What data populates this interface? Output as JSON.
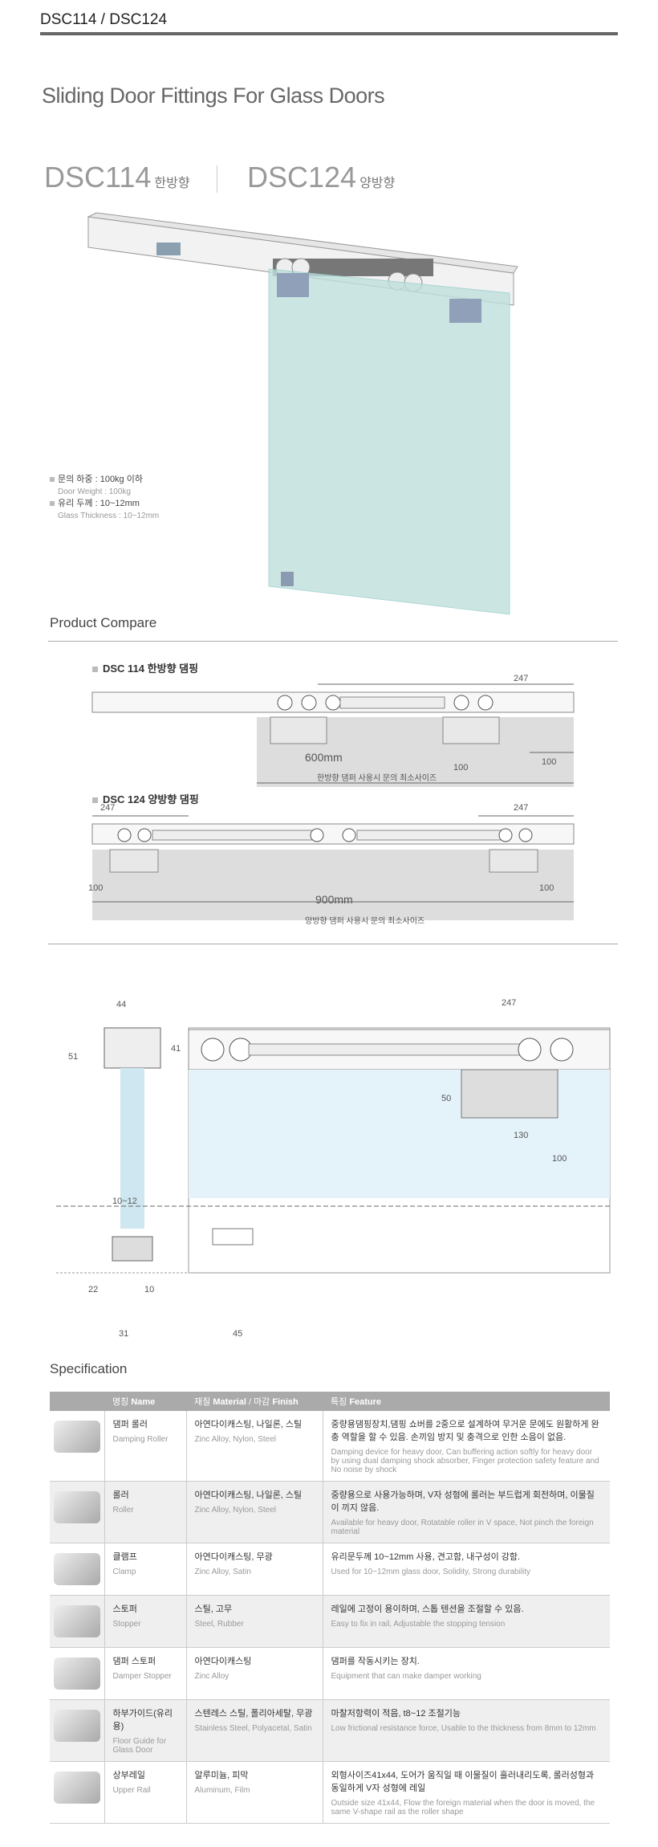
{
  "header": {
    "title": "DSC114 / DSC124"
  },
  "main_title": "Sliding Door Fittings For Glass Doors",
  "models": [
    {
      "code": "DSC114",
      "type": "한방향"
    },
    {
      "code": "DSC124",
      "type": "양방향"
    }
  ],
  "specs": [
    {
      "ko": "문의 하중 : 100kg 이하",
      "en": "Door Weight : 100kg"
    },
    {
      "ko": "유리 두께 : 10~12mm",
      "en": "Glass Thickness : 10~12mm"
    }
  ],
  "compare": {
    "title": "Product Compare",
    "dsc114": {
      "label": "DSC 114 한방향 댐핑",
      "dim1": "247",
      "dim2": "100",
      "size": "600mm",
      "caption": "한방향 댐퍼 사용시 문의 최소사이즈"
    },
    "dsc124": {
      "label": "DSC 124 양방향 댐핑",
      "dim_left": "247",
      "dim_right": "247",
      "dim_l100": "100",
      "dim_r100": "100",
      "size": "900mm",
      "caption": "양방향 댐퍼 사용시 문의 최소사이즈"
    }
  },
  "detail": {
    "d44": "44",
    "d41": "41",
    "d51": "51",
    "d10_12": "10~12",
    "d22": "22",
    "d10": "10",
    "d31": "31",
    "d247": "247",
    "d50": "50",
    "d130": "130",
    "d100": "100",
    "d45": "45"
  },
  "specification": {
    "title": "Specification",
    "headers": {
      "name_ko": "명칭",
      "name_en": "Name",
      "mat_ko": "재질",
      "mat_en": "Material",
      "fin_ko": "마감",
      "fin_en": "Finish",
      "feat_ko": "특징",
      "feat_en": "Feature"
    },
    "rows": [
      {
        "name_ko": "댐퍼 롤러",
        "name_en": "Damping Roller",
        "mat_ko": "아연다이캐스팅, 나일론, 스틸",
        "mat_en": "Zinc Alloy, Nylon, Steel",
        "feat_ko": "중량용댐핑장치,댐핑 쇼버를 2중으로 설계하여 무거운 문에도 원활하게 완충 역할을 할 수 있음. 손끼임 방지 및 충격으로 인한 소음이 없음.",
        "feat_en": "Damping device for heavy door, Can buffering action softly for heavy door by using dual damping shock absorber, Finger protection safety feature and No noise by shock"
      },
      {
        "name_ko": "롤러",
        "name_en": "Roller",
        "mat_ko": "아연다이캐스팅, 나일론, 스틸",
        "mat_en": "Zinc Alloy, Nylon, Steel",
        "feat_ko": "중량용으로 사용가능하며, V자 성형에 롤러는 부드럽게 회전하며, 이물질이 끼지 않음.",
        "feat_en": "Available for heavy door, Rotatable roller in V space, Not pinch the foreign material"
      },
      {
        "name_ko": "클램프",
        "name_en": "Clamp",
        "mat_ko": "아연다이캐스팅, 무광",
        "mat_en": "Zinc Alloy, Satin",
        "feat_ko": "유리문두께 10~12mm 사용, 견고함, 내구성이 강함.",
        "feat_en": "Used for 10~12mm glass door, Solidity, Strong durability"
      },
      {
        "name_ko": "스토퍼",
        "name_en": "Stopper",
        "mat_ko": "스틸, 고무",
        "mat_en": "Steel, Rubber",
        "feat_ko": "레일에 고정이 용이하며, 스톱 텐션을 조절할 수 있음.",
        "feat_en": "Easy to fix in rail, Adjustable the stopping tension"
      },
      {
        "name_ko": "댐퍼 스토퍼",
        "name_en": "Damper Stopper",
        "mat_ko": "아연다이캐스팅",
        "mat_en": "Zinc Alloy",
        "feat_ko": "댐퍼를 작동시키는 장치.",
        "feat_en": "Equipment that can make damper working"
      },
      {
        "name_ko": "하부가이드(유리용)",
        "name_en": "Floor Guide for Glass Door",
        "mat_ko": "스텐레스 스틸, 폴리아세탈, 무광",
        "mat_en": "Stainless Steel, Polyacetal, Satin",
        "feat_ko": "마찰저항력이 적음, t8~12 조절기능",
        "feat_en": "Low frictional resistance force, Usable to the thickness from 8mm to 12mm"
      },
      {
        "name_ko": "상부레일",
        "name_en": "Upper Rail",
        "mat_ko": "알루미늄, 피막",
        "mat_en": "Aluminum, Film",
        "feat_ko": "외형사이즈41x44, 도어가 움직일 때 이물질이 흘러내리도록, 롤러성형과 동일하게 V자 성형에 레일",
        "feat_en": "Outside size 41x44, Flow the foreign material when the door is moved, the same V-shape rail as the roller shape"
      }
    ]
  }
}
